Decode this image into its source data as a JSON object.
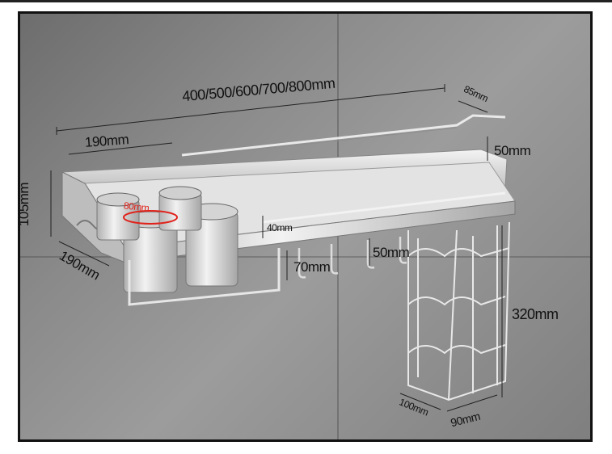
{
  "dimensions": {
    "length": "400/500/600/700/800mm",
    "depth_top": "85mm",
    "rail_width": "190mm",
    "rail_height": "50mm",
    "side_height": "105mm",
    "side_depth": "190mm",
    "cup_diameter": "80mm",
    "front_lip": "40mm",
    "hook_length": "70mm",
    "hook_spacing": "50mm",
    "rack_height": "320mm",
    "rack_width": "100mm",
    "rack_depth": "90mm"
  },
  "colors": {
    "wall": "#8a8a8a",
    "steel": "#d9d9d9",
    "annotation_red": "#e0231c"
  }
}
